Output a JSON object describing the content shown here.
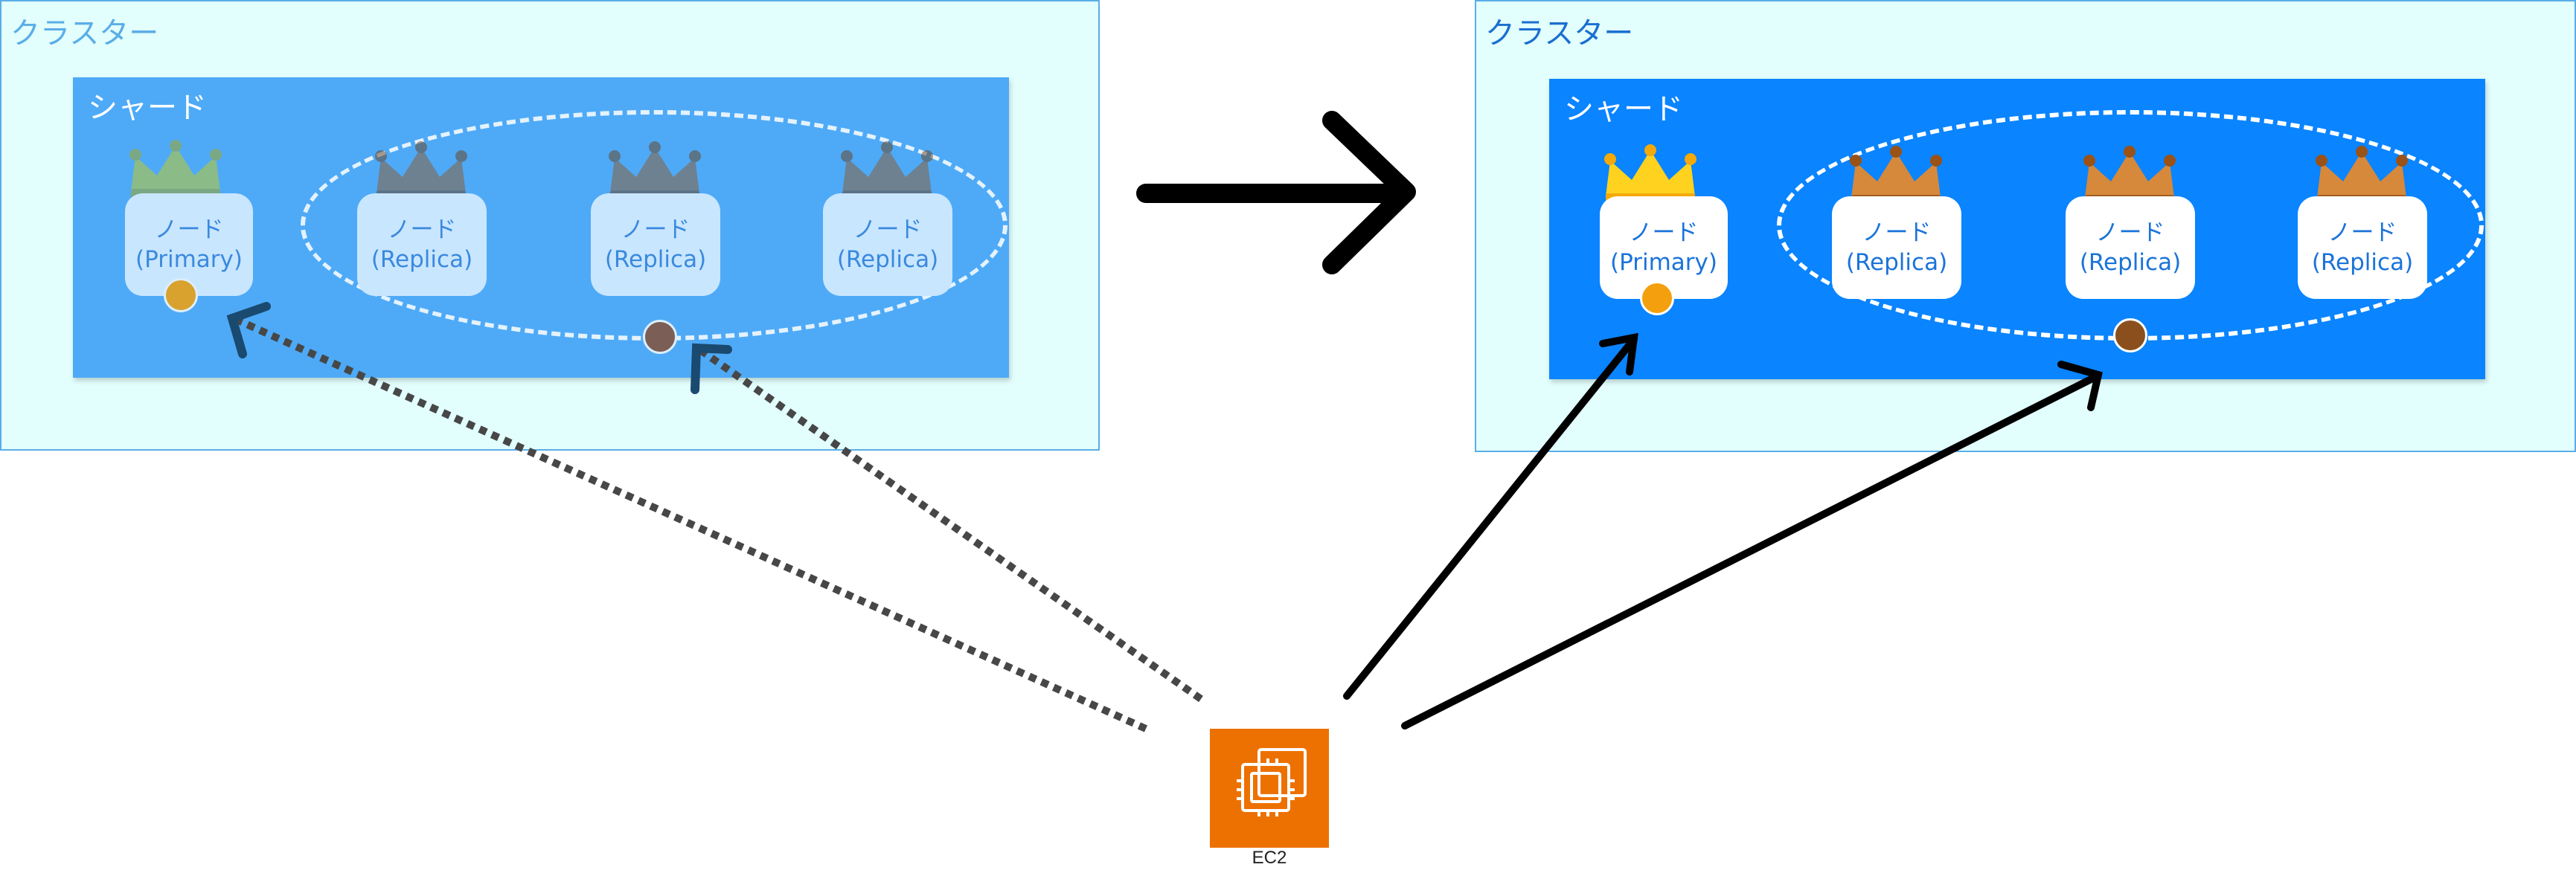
{
  "left_cluster": {
    "title": "クラスター",
    "shard_title": "シャード",
    "nodes": [
      {
        "label": "ノード",
        "role": "(Primary)"
      },
      {
        "label": "ノード",
        "role": "(Replica)"
      },
      {
        "label": "ノード",
        "role": "(Replica)"
      },
      {
        "label": "ノード",
        "role": "(Replica)"
      }
    ],
    "style": "faded"
  },
  "right_cluster": {
    "title": "クラスター",
    "shard_title": "シャード",
    "nodes": [
      {
        "label": "ノード",
        "role": "(Primary)"
      },
      {
        "label": "ノード",
        "role": "(Replica)"
      },
      {
        "label": "ノード",
        "role": "(Replica)"
      },
      {
        "label": "ノード",
        "role": "(Replica)"
      }
    ],
    "style": "active"
  },
  "ec2": {
    "label": "EC2",
    "icon": "ec2-chip-icon",
    "color": "#ed7100"
  },
  "colors": {
    "cluster_fill": "#e2fefd",
    "cluster_border": "#5aaee6",
    "left_title": "#5aaee6",
    "right_title": "#1a6fd0",
    "left_shard": "#4eaaf7",
    "right_shard": "#0a84ff",
    "primary_crown": "#ffc61a",
    "replica_crown": "#c97a2f",
    "primary_dot": "#f4a00e",
    "replica_dot": "#8a4f1c"
  }
}
